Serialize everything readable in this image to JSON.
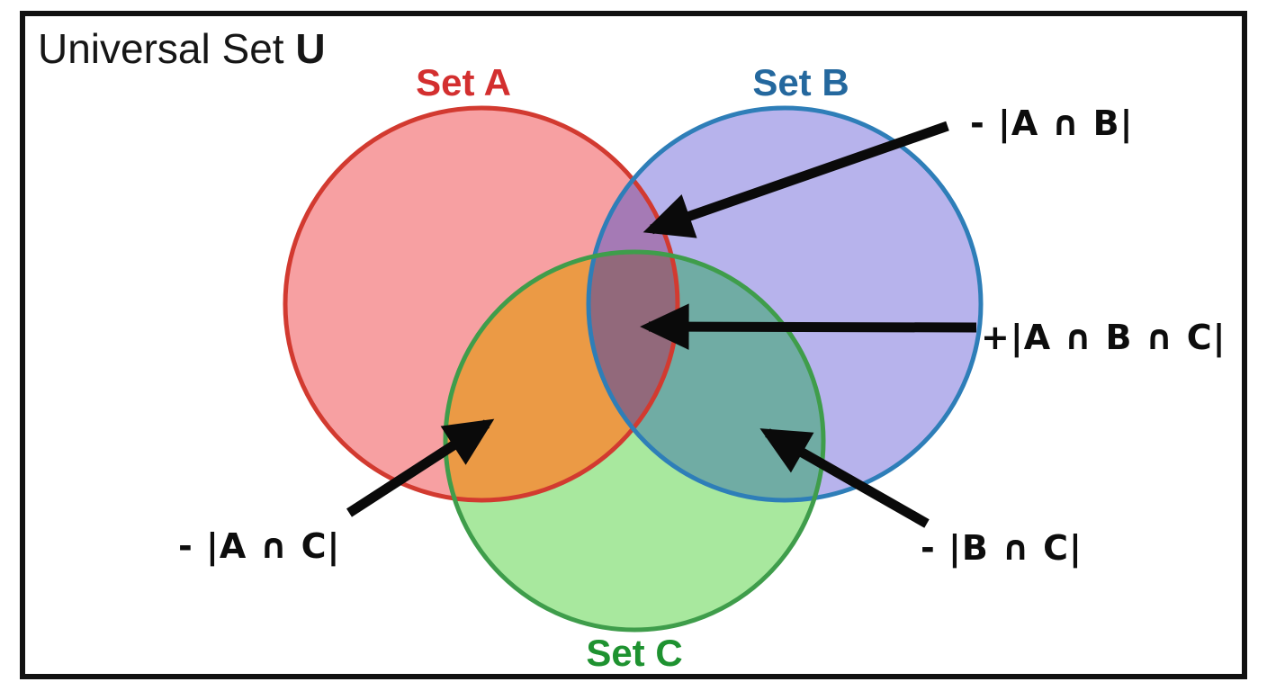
{
  "frame": {
    "title_prefix": "Universal Set ",
    "title_bold": "U",
    "border_color": "#111111",
    "background": "#ffffff"
  },
  "sets": {
    "a": {
      "label": "Set A",
      "label_color": "#d32f2f",
      "stroke": "#d23a30",
      "fill": "#f7a0a2"
    },
    "b": {
      "label": "Set B",
      "label_color": "#24689e",
      "stroke": "#2e7eb8",
      "fill": "#b7b3ec"
    },
    "c": {
      "label": "Set C",
      "label_color": "#1e9230",
      "stroke": "#3f9d4b",
      "fill": "#a8e89e"
    }
  },
  "overlaps": {
    "ab": {
      "fill": "#a57ab5"
    },
    "ac": {
      "fill": "#eb9a45"
    },
    "bc": {
      "fill": "#70aca4"
    },
    "abc": {
      "fill": "#92697b"
    }
  },
  "annotations": {
    "ab": {
      "label": "- |A ∩ B|"
    },
    "abc": {
      "label": "+|A ∩ B ∩ C|"
    },
    "ac": {
      "label": "- |A ∩ C|"
    },
    "bc": {
      "label": "- |B ∩ C|"
    }
  },
  "arrows": {
    "color": "#0a0a0a"
  }
}
